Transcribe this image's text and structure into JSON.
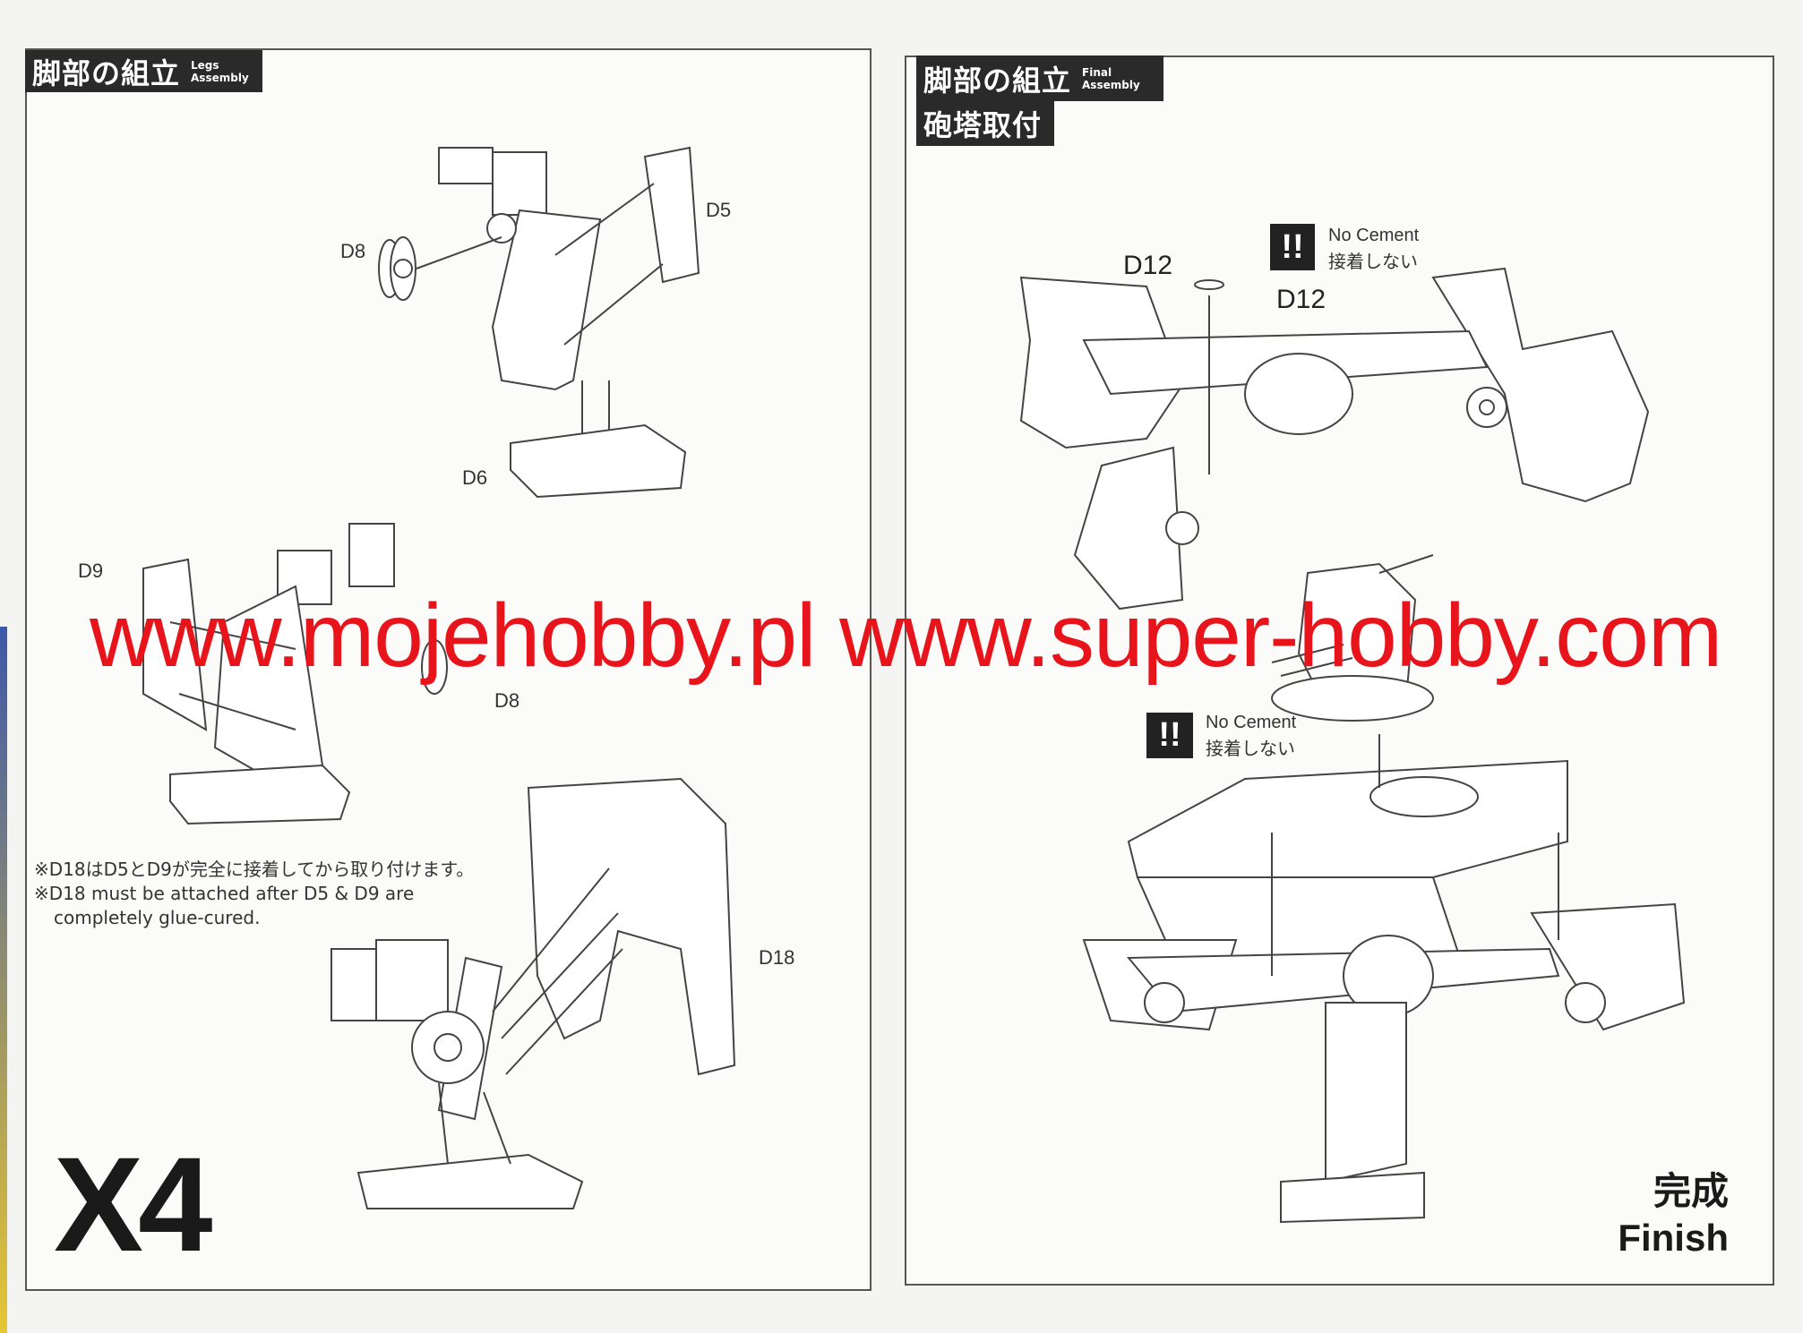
{
  "left_page": {
    "title_jp": "脚部の組立",
    "title_en_1": "Legs",
    "title_en_2": "Assembly",
    "labels": {
      "d5": "D5",
      "d8_top": "D8",
      "d6": "D6",
      "d9": "D9",
      "d8_mid": "D8",
      "d18": "D18"
    },
    "note_jp": "※D18はD5とD9が完全に接着してから取り付けます。",
    "note_en_1": "※D18 must be attached after D5 & D9 are",
    "note_en_2": "completely glue-cured.",
    "quantity": "X4"
  },
  "right_page": {
    "title_jp": "脚部の組立",
    "title_en_1": "Final",
    "title_en_2": "Assembly",
    "subtitle_jp": "砲塔取付",
    "labels": {
      "d12_a": "D12",
      "d12_b": "D12"
    },
    "warning_1": {
      "icon": "!!",
      "en": "No Cement",
      "jp": "接着しない"
    },
    "warning_2": {
      "icon": "!!",
      "en": "No Cement",
      "jp": "接着しない"
    },
    "finish_jp": "完成",
    "finish_en": "Finish"
  },
  "watermark": "www.mojehobby.pl www.super-hobby.com"
}
